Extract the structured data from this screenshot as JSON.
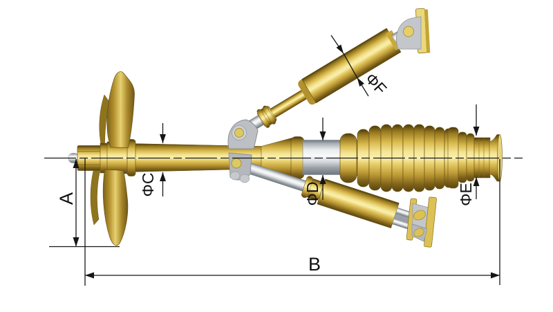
{
  "diagram": {
    "background": "#ffffff",
    "line_color": "#161616",
    "labels": {
      "a": "A",
      "b": "B",
      "c": "ΦC",
      "d": "ΦD",
      "e": "ΦE",
      "f": "ΦF"
    },
    "palette": {
      "brass_highlight": "#f9f0ae",
      "brass_mid": "#d9ba4e",
      "brass_shadow": "#5a460e",
      "chrome_highlight": "#f8f9fa",
      "chrome_shadow": "#6e757c",
      "bracket_gray": "#bcc0c4",
      "pin_brass": "#dcc963"
    },
    "components": [
      "propeller",
      "propeller-shaft",
      "taper-coupling",
      "chrome-sleeve",
      "bellows-boot",
      "stern-tube-end",
      "shaft-bracket",
      "upper-strut",
      "lower-strut",
      "transom-brackets",
      "centerline"
    ]
  }
}
